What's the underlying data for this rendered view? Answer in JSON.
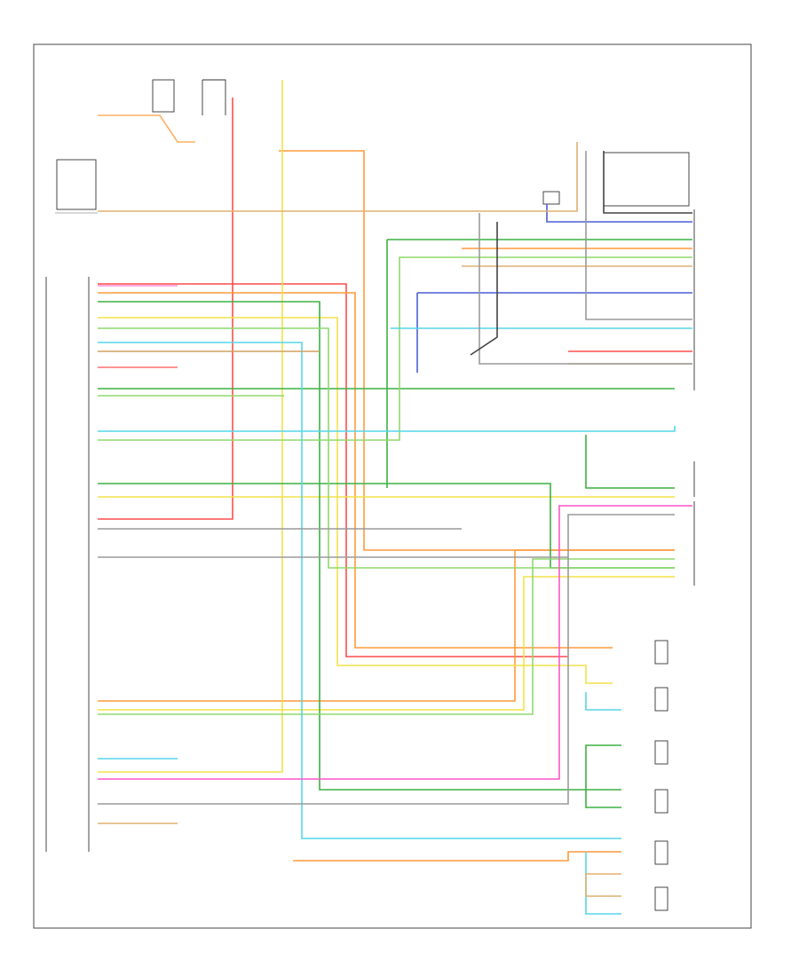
{
  "figure_code": "",
  "colors": {
    "red": "#ff4d4d",
    "orange": "#ff9a3c",
    "yellow": "#f2e24a",
    "green": "#3cb043",
    "light_green": "#8fd96b",
    "blue": "#4a5fd6",
    "light_blue": "#55d6e8",
    "pink": "#ff55c8",
    "tan": "#e0b070",
    "brown": "#b07a3a",
    "gray": "#9a9a9a",
    "black": "#222222"
  },
  "speakers": [
    {
      "id": "speaker-1"
    },
    {
      "id": "speaker-2"
    },
    {
      "id": "speaker-3"
    },
    {
      "id": "speaker-4"
    },
    {
      "id": "speaker-5"
    },
    {
      "id": "speaker-6"
    }
  ]
}
